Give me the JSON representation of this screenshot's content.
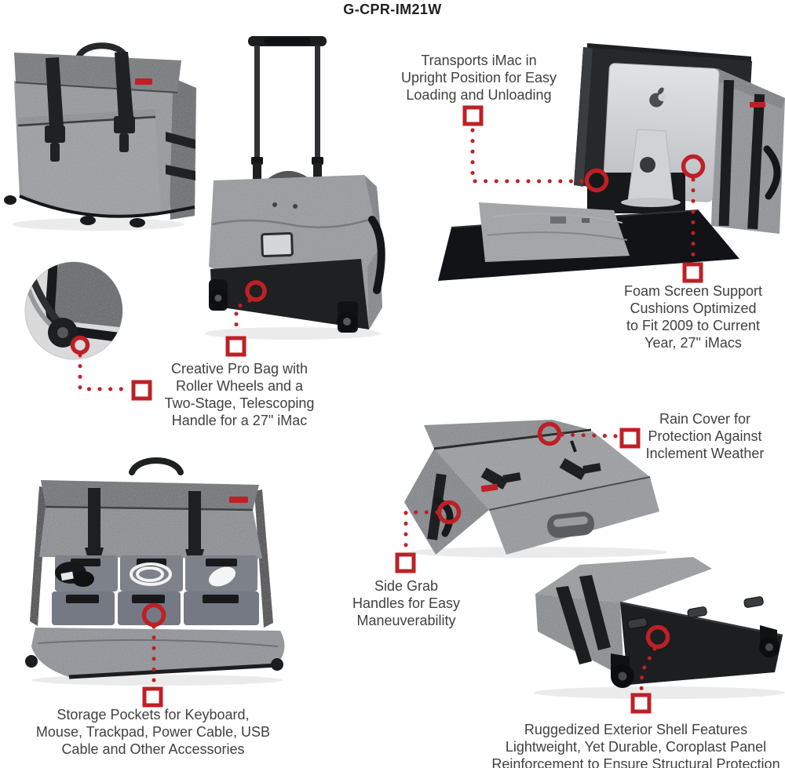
{
  "title": "G-CPR-IM21W",
  "colors": {
    "accent": "#be2026",
    "text": "#414042"
  },
  "callouts": [
    {
      "id": "transports-imac",
      "text": "Transports iMac in\nUpright Position for Easy\nLoading and Unloading"
    },
    {
      "id": "foam-screen-support",
      "text": "Foam Screen Support\nCushions Optimized\nto Fit 2009 to Current\nYear, 27\" iMacs"
    },
    {
      "id": "creative-pro-bag",
      "text": "Creative Pro Bag with\nRoller Wheels and a\nTwo-Stage, Telescoping\nHandle for a 27\" iMac"
    },
    {
      "id": "rain-cover",
      "text": "Rain Cover for\nProtection Against\nInclement Weather"
    },
    {
      "id": "side-grab-handles",
      "text": "Side Grab\nHandles for Easy\nManeuverability"
    },
    {
      "id": "storage-pockets",
      "text": "Storage Pockets for Keyboard,\nMouse, Trackpad, Power Cable, USB\nCable and Other Accessories"
    },
    {
      "id": "ruggedized-shell",
      "text": "Ruggedized Exterior Shell Features\nLightweight, Yet Durable, Coroplast Panel\nReinforcement to Ensure Structural Protection"
    }
  ]
}
